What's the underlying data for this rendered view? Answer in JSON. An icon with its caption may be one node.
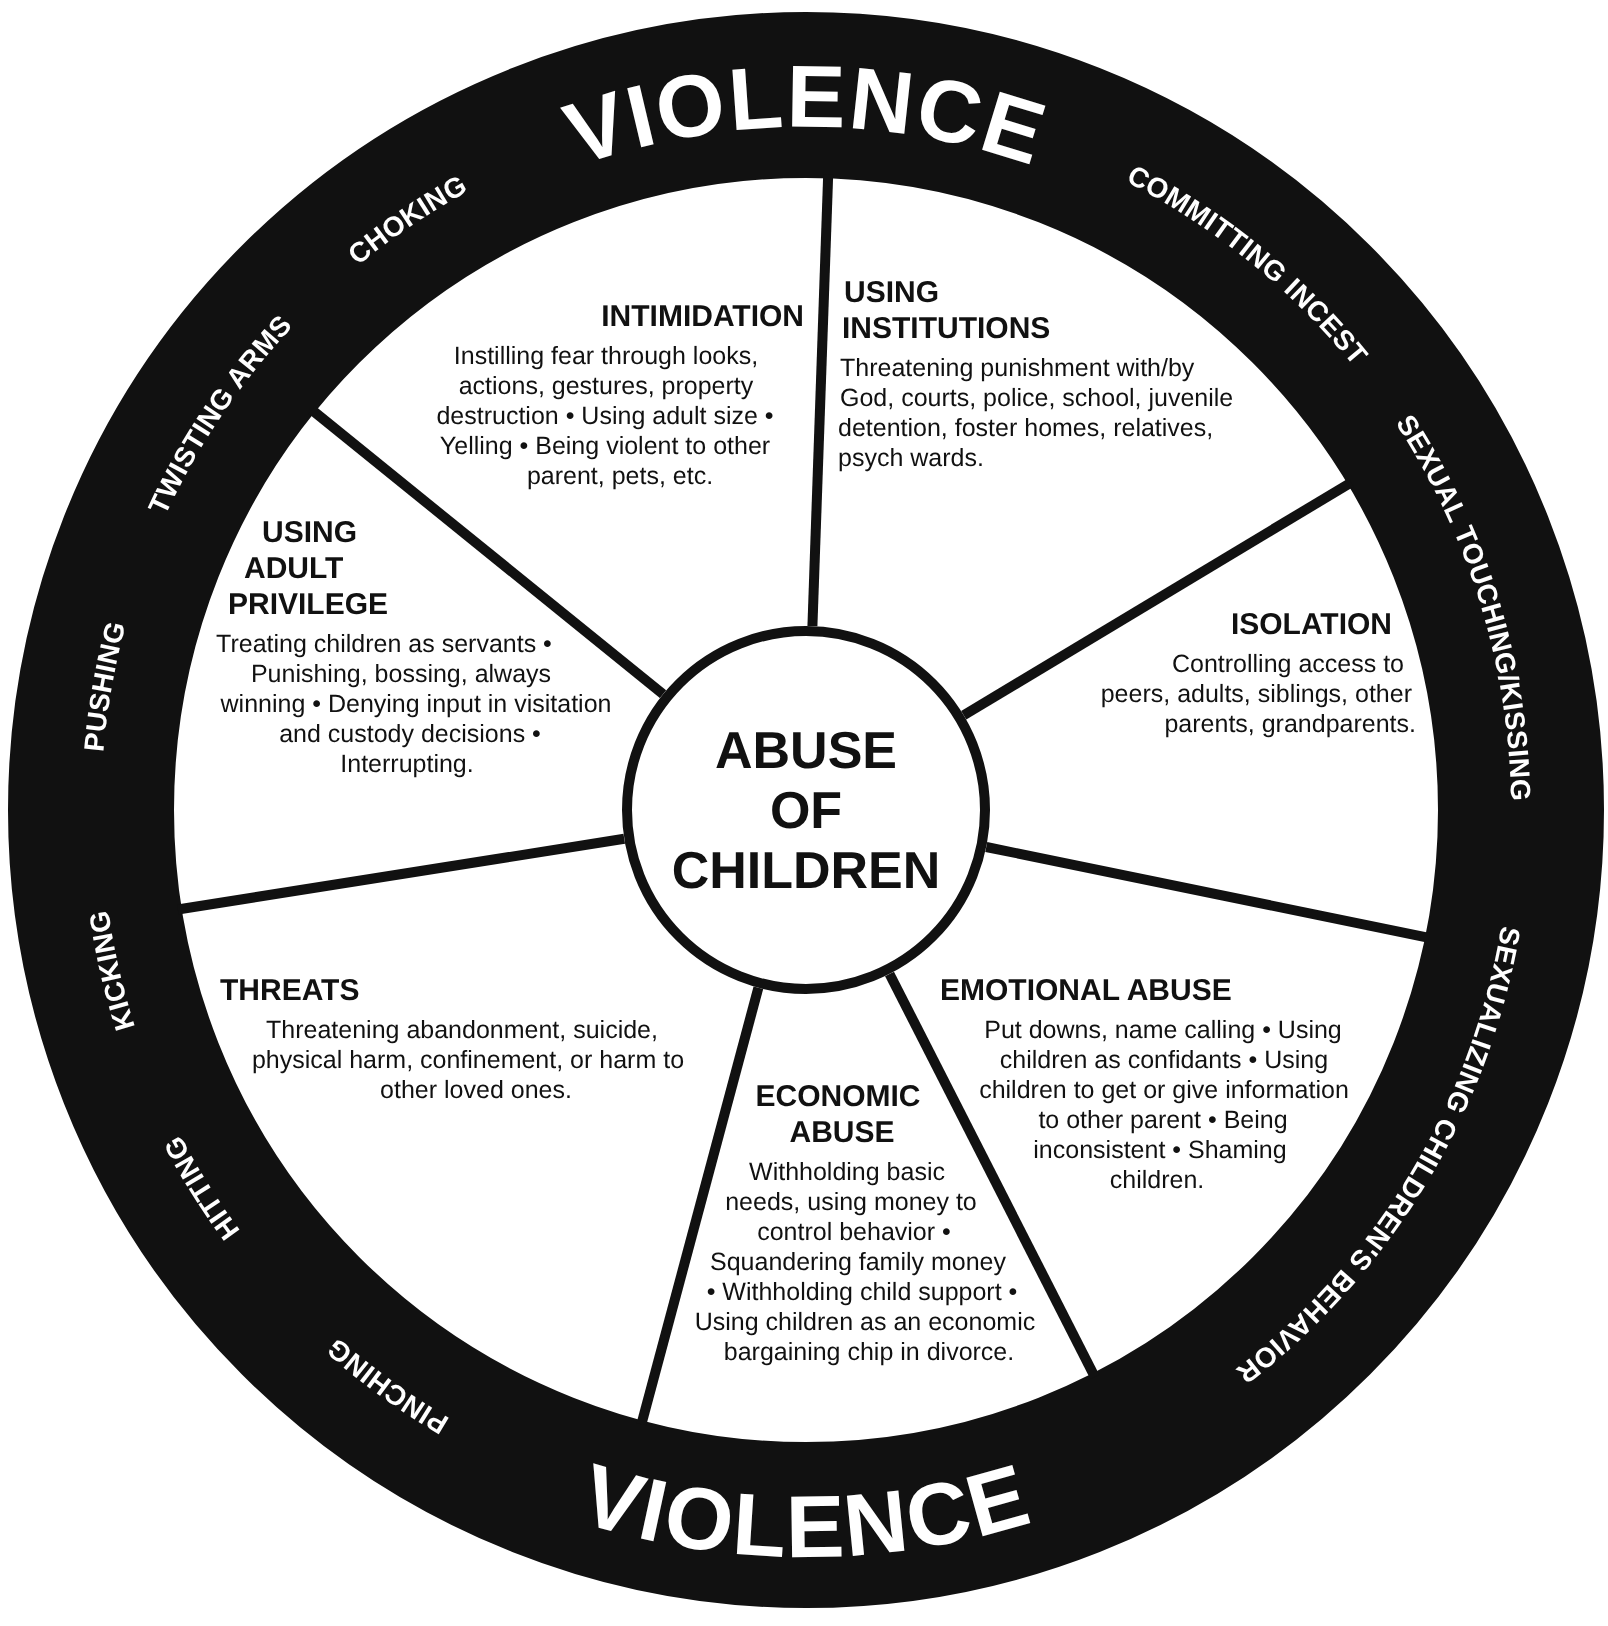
{
  "diagram": {
    "nodes": [
      {
        "text": [
          "VIOLENCE",
          "COMMITTING INCEST",
          "SEXUAL TOUCHING/KISSING",
          "SEXUALIZING CHILDREN'S BEHAVIOR",
          "VIOLENCE",
          "PINCHING",
          "HITTING",
          "KICKING",
          "PUSHING",
          "TWISTING ARMS",
          "CHOKING"
        ]
      },
      {
        "text": [
          "INTIMIDATION",
          "Instilling fear through looks, actions, gestures, property destruction • Using adult size • Yelling • Being violent to other parent, pets, etc."
        ],
        "in": 0
      },
      {
        "text": [
          "USING INSTITUTIONS",
          "Threatening punishment with/by God, courts, police, school, juvenile detention, foster homes, relatives, psych wards."
        ],
        "in": 0
      },
      {
        "text": [
          "USING ADULT PRIVILEGE",
          "Treating children as servants • Punishing, bossing, always winning • Denying input in visitation and custody decisions • Interrupting."
        ],
        "in": 0
      },
      {
        "text": [
          "ABUSE OF CHILDREN"
        ],
        "in": 0
      },
      {
        "text": [
          "ISOLATION",
          "Controlling access to peers, adults, siblings, other parents, grandparents."
        ],
        "in": 0
      },
      {
        "text": [
          "THREATS",
          "Threatening abandonment, suicide, physical harm, confinement, or harm to other loved ones."
        ],
        "in": 0
      },
      {
        "text": [
          "EMOTIONAL ABUSE",
          "Put downs, name calling • Using children as confidants • Using children to get or give information to other parent • Being inconsistent • Shaming children."
        ],
        "in": 0
      },
      {
        "text": [
          "ECONOMIC ABUSE",
          "Withholding basic needs, using money to control behavior • Squandering family money • Withholding child support • Using children as an economic bargaining chip in divorce."
        ],
        "in": 0
      }
    ],
    "edges": []
  }
}
